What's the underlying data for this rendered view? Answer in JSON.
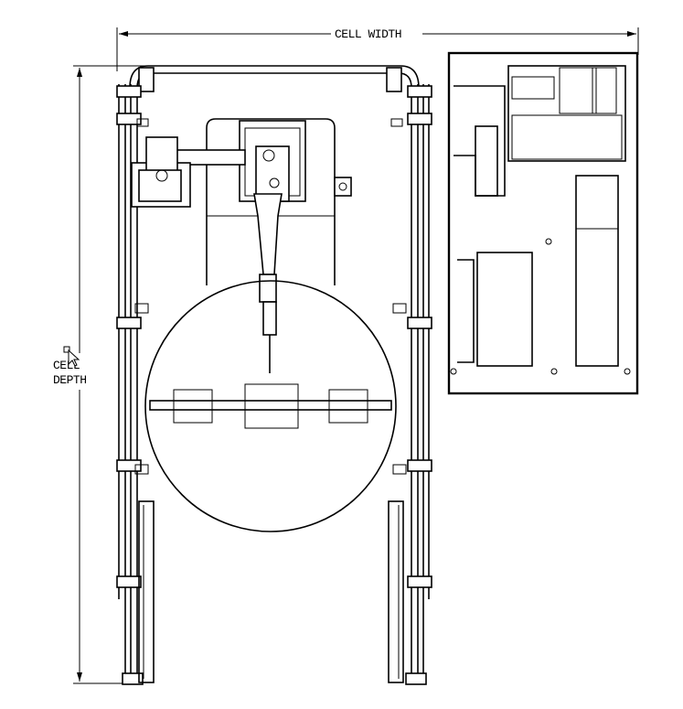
{
  "dimensions": {
    "width_label": "CELL WIDTH",
    "depth_label_line1": "CELL",
    "depth_label_line2": "DEPTH"
  },
  "icons": {
    "cursor": "pointer-cursor-icon"
  }
}
